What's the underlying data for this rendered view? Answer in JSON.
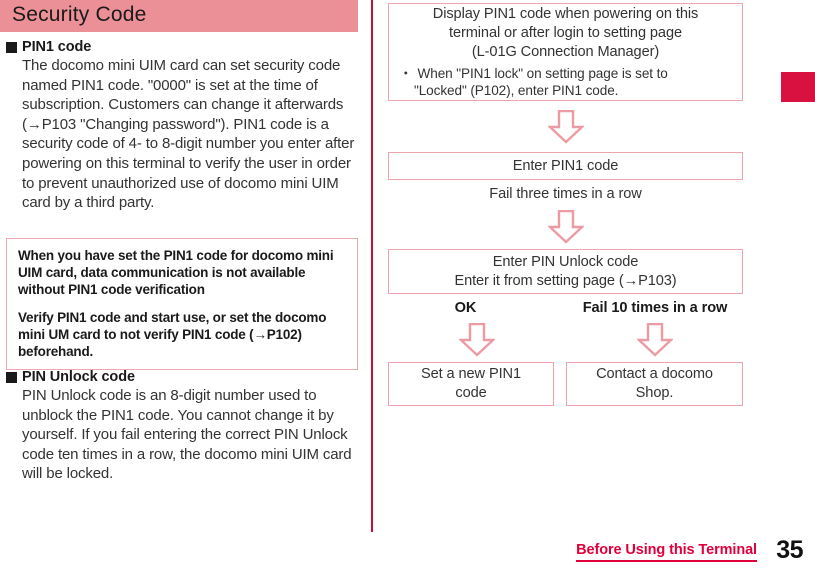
{
  "page": {
    "accent_pink": "#ec9098",
    "accent_border": "#efa3ab",
    "accent_red": "#c8102e",
    "tab_red": "#d81141"
  },
  "section": {
    "title": "Security Code"
  },
  "left": {
    "pin1": {
      "heading": "PIN1 code",
      "body": "The docomo mini UIM card can set security code named PIN1 code. \"0000\" is set at the time of subscription. Customers can change it afterwards (→P103 \"Changing password\"). PIN1 code is a security code of 4- to 8-digit number you enter after powering on this terminal to verify the user in order to prevent unauthorized use of docomo mini UIM card by a third party."
    },
    "note": {
      "para1": "When you have set the PIN1 code for docomo mini UIM card, data communication is not available without PIN1 code verification",
      "para2": "Verify PIN1 code and start use, or set the docomo mini UM card to not verify PIN1 code (→P102) beforehand."
    },
    "pin_unlock": {
      "heading": "PIN Unlock code",
      "body": "PIN Unlock code is an 8-digit number used to unblock the PIN1 code. You cannot change it by yourself. If you fail entering the correct PIN Unlock code ten times in a row, the docomo mini UIM card will be locked."
    }
  },
  "flow": {
    "box1": {
      "line1": "Display PIN1 code when powering on this",
      "line2": "terminal or after login to setting page",
      "line3": "(L-01G Connection Manager)",
      "bullet_dot": "・",
      "bullet1": "When \"PIN1 lock\" on setting page is set to",
      "bullet2": "\"Locked\" (P102), enter PIN1 code."
    },
    "box2": {
      "line1": "Enter PIN1 code"
    },
    "label_fail3": "Fail three times in a row",
    "box3": {
      "line1": "Enter PIN Unlock code",
      "line2": "Enter it from setting page (→P103)"
    },
    "label_ok": "OK",
    "label_fail10": "Fail 10 times in a row",
    "box4": {
      "line1": "Set a new PIN1",
      "line2": "code"
    },
    "box5": {
      "line1": "Contact a docomo",
      "line2": "Shop."
    },
    "arrow_icon": "down-arrow-icon"
  },
  "footer": {
    "chapter": "Before Using this Terminal",
    "page_number": "35"
  }
}
